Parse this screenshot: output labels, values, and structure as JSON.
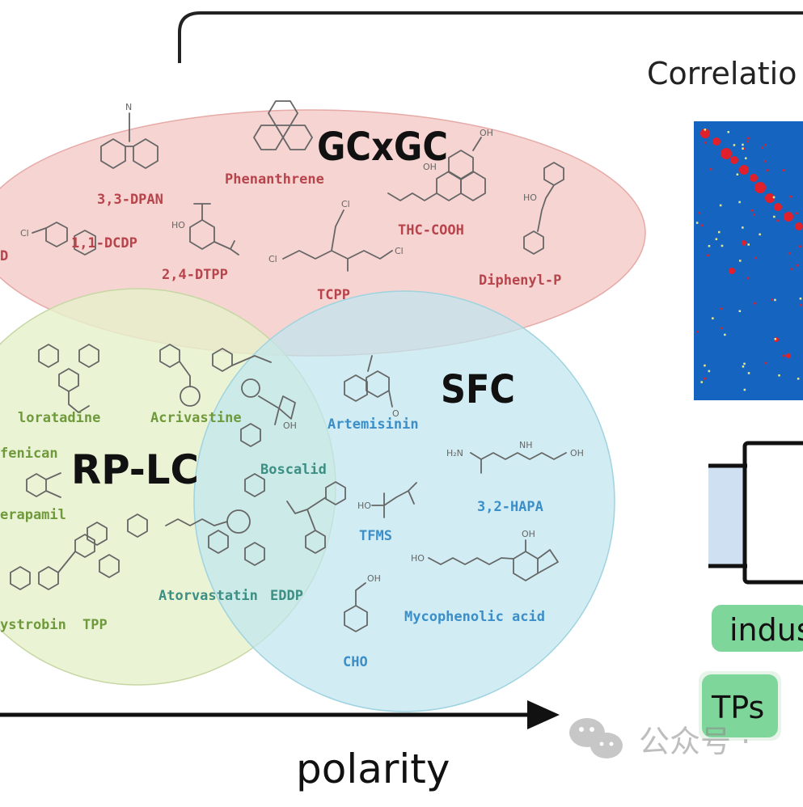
{
  "header": {
    "correlation_label": "Correlatio"
  },
  "regions": {
    "gcxgc": {
      "label": "GCxGC",
      "fill": "#f6d4d2",
      "text_color": "#b8444b"
    },
    "rplc": {
      "label": "RP-LC",
      "fill": "#e6f0cc",
      "text_color": "#6f9a3c"
    },
    "sfc": {
      "label": "SFC",
      "fill": "#bfe6ee",
      "text_color": "#3b8ec8"
    }
  },
  "compounds": {
    "gcxgc": [
      "3,3-DPAN",
      "Phenanthrene",
      "THC-COOH",
      "1,1-DCDP",
      "D",
      "2,4-DTPP",
      "TCPP",
      "Diphenyl-P"
    ],
    "rplc": [
      "loratadine",
      "Acrivastine",
      "fenican",
      "erapamil",
      "ystrobin",
      "TPP"
    ],
    "overlap": [
      "Boscalid",
      "Atorvastatin",
      "EDDP"
    ],
    "sfc": [
      "Artemisinin",
      "3,2-HAPA",
      "TFMS",
      "Mycophenolic acid",
      "CHO"
    ]
  },
  "axis": {
    "label": "polarity"
  },
  "tags": {
    "industrial": "indus",
    "tps": "TPs"
  },
  "watermark": {
    "text": "公众号 ·"
  },
  "colors": {
    "heatmap_bg": "#1565c0",
    "heatmap_points": "#e0202a",
    "tag_green": "#7fd69a"
  }
}
